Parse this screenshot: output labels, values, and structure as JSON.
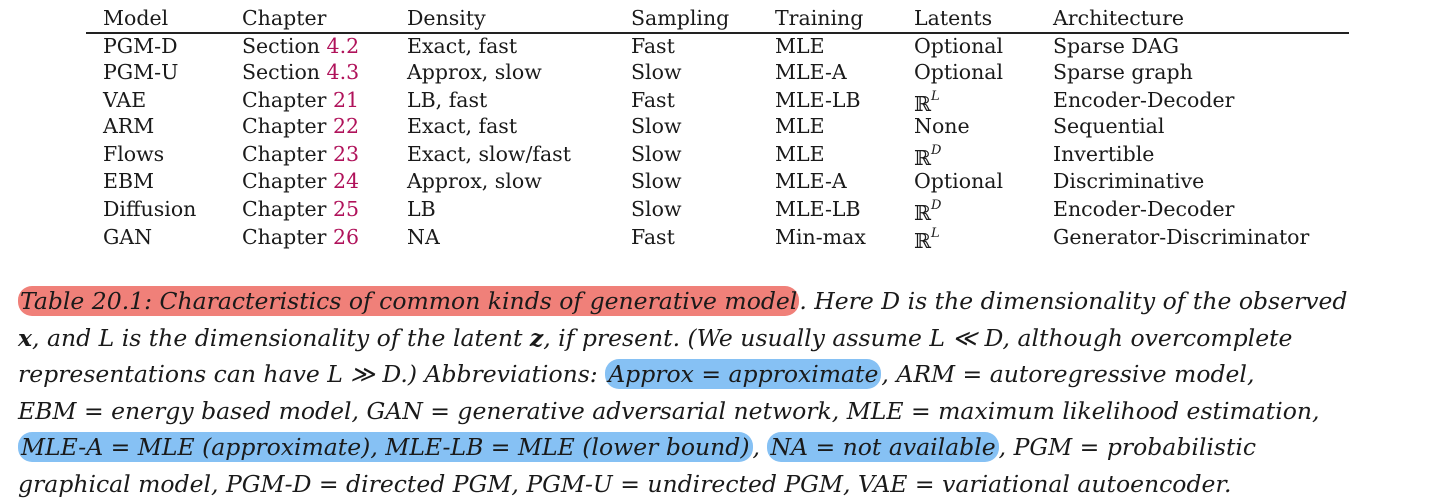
{
  "table": {
    "headers": [
      "Model",
      "Chapter",
      "Density",
      "Sampling",
      "Training",
      "Latents",
      "Architecture"
    ],
    "rows": [
      {
        "model": "PGM-D",
        "chapter_prefix": "Section",
        "chapter_ref": "4.2",
        "density": "Exact, fast",
        "sampling": "Fast",
        "training": "MLE",
        "latents": "Optional",
        "latent_sup": "",
        "architecture": "Sparse DAG"
      },
      {
        "model": "PGM-U",
        "chapter_prefix": "Section",
        "chapter_ref": "4.3",
        "density": "Approx, slow",
        "sampling": "Slow",
        "training": "MLE-A",
        "latents": "Optional",
        "latent_sup": "",
        "architecture": "Sparse graph"
      },
      {
        "model": "VAE",
        "chapter_prefix": "Chapter",
        "chapter_ref": "21",
        "density": "LB, fast",
        "sampling": "Fast",
        "training": "MLE-LB",
        "latents": "ℝ",
        "latent_sup": "L",
        "architecture": "Encoder-Decoder"
      },
      {
        "model": "ARM",
        "chapter_prefix": "Chapter",
        "chapter_ref": "22",
        "density": "Exact, fast",
        "sampling": "Slow",
        "training": "MLE",
        "latents": "None",
        "latent_sup": "",
        "architecture": "Sequential"
      },
      {
        "model": "Flows",
        "chapter_prefix": "Chapter",
        "chapter_ref": "23",
        "density": "Exact, slow/fast",
        "sampling": "Slow",
        "training": "MLE",
        "latents": "ℝ",
        "latent_sup": "D",
        "architecture": "Invertible"
      },
      {
        "model": "EBM",
        "chapter_prefix": "Chapter",
        "chapter_ref": "24",
        "density": "Approx, slow",
        "sampling": "Slow",
        "training": "MLE-A",
        "latents": "Optional",
        "latent_sup": "",
        "architecture": "Discriminative"
      },
      {
        "model": "Diffusion",
        "chapter_prefix": "Chapter",
        "chapter_ref": "25",
        "density": "LB",
        "sampling": "Slow",
        "training": "MLE-LB",
        "latents": "ℝ",
        "latent_sup": "D",
        "architecture": "Encoder-Decoder"
      },
      {
        "model": "GAN",
        "chapter_prefix": "Chapter",
        "chapter_ref": "26",
        "density": "NA",
        "sampling": "Fast",
        "training": "Min-max",
        "latents": "ℝ",
        "latent_sup": "L",
        "architecture": "Generator-Discriminator"
      }
    ]
  },
  "caption": {
    "title": "Table 20.1: Characteristics of common kinds of generative model",
    "l1_rest": ". Here D is the dimensionality of the observed",
    "l2_x": "x",
    "l2_a": ", and L is the dimensionality of the latent ",
    "l2_z": "z",
    "l2_b": ", if present. (We usually assume L ≪ D, although overcomplete",
    "l3_a": "representations can have L ≫ D.) Abbreviations: ",
    "l3_hl": "Approx = approximate",
    "l3_b": ", ARM = autoregressive model,",
    "l4": "EBM = energy based model, GAN = generative adversarial network, MLE = maximum likelihood estimation,",
    "l5_hl": "MLE-A = MLE (approximate), MLE-LB = MLE (lower bound)",
    "l5_a": ", ",
    "l5_hl2": "NA = not available",
    "l5_b": ", PGM = probabilistic",
    "l6": "graphical model, PGM-D = directed PGM, PGM-U = undirected PGM, VAE = variational autoencoder.",
    "highlight_colors": {
      "title": "#f08079",
      "abbrev": "#86c1f4"
    }
  }
}
